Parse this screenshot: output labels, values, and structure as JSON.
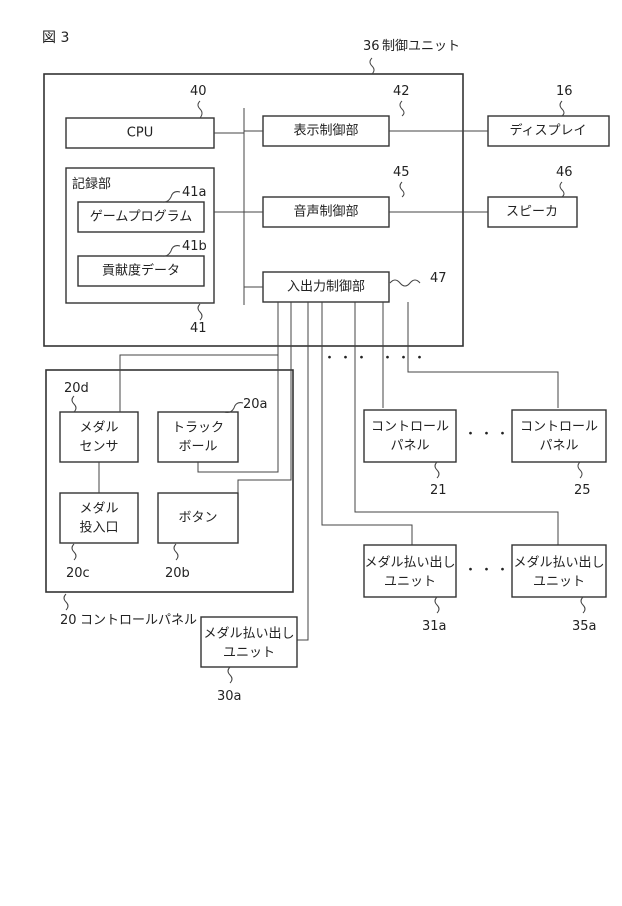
{
  "figure": {
    "title": "図 3"
  },
  "control_unit": {
    "ref": "36",
    "label": "制御ユニット"
  },
  "cpu": {
    "ref": "40",
    "label": "CPU"
  },
  "storage": {
    "ref": "41",
    "label": "記録部",
    "game_program": {
      "ref": "41a",
      "label": "ゲームプログラム"
    },
    "contribution_data": {
      "ref": "41b",
      "label": "貢献度データ"
    }
  },
  "display_control": {
    "ref": "42",
    "label": "表示制御部"
  },
  "sound_control": {
    "ref": "45",
    "label": "音声制御部"
  },
  "io_control": {
    "ref": "47",
    "label": "入出力制御部"
  },
  "display": {
    "ref": "16",
    "label": "ディスプレイ"
  },
  "speaker": {
    "ref": "46",
    "label": "スピーカ"
  },
  "control_panel_20": {
    "ref": "20",
    "label": "コントロールパネル",
    "medal_sensor": {
      "ref": "20d",
      "line1": "メダル",
      "line2": "センサ"
    },
    "trackball": {
      "ref": "20a",
      "line1": "トラック",
      "line2": "ボール"
    },
    "medal_slot": {
      "ref": "20c",
      "line1": "メダル",
      "line2": "投入口"
    },
    "button": {
      "ref": "20b",
      "label": "ボタン"
    }
  },
  "control_panel_21": {
    "ref": "21",
    "line1": "コントロール",
    "line2": "パネル"
  },
  "control_panel_25": {
    "ref": "25",
    "line1": "コントロール",
    "line2": "パネル"
  },
  "payout_31a": {
    "ref": "31a",
    "line1": "メダル払い出し",
    "line2": "ユニット"
  },
  "payout_35a": {
    "ref": "35a",
    "line1": "メダル払い出し",
    "line2": "ユニット"
  },
  "payout_30a": {
    "ref": "30a",
    "line1": "メダル払い出し",
    "line2": "ユニット"
  },
  "ellipsis": {
    "small": "・・・",
    "wide": "・・・・"
  }
}
